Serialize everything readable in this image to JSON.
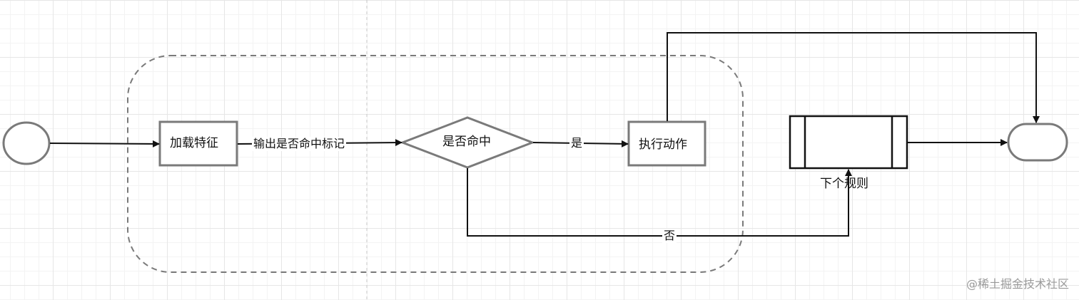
{
  "nodes": {
    "load_features": "加载特征",
    "hit_decision": "是否命中",
    "execute_action": "执行动作",
    "next_rule": "下个规则"
  },
  "edges": {
    "output_hit_flag": "输出是否命中标记",
    "yes": "是",
    "no": "否"
  },
  "watermark": "@稀土掘金技术社区",
  "colors": {
    "node_stroke": "#7a7a7a",
    "edge": "#111111",
    "group_border": "#7a7a7a",
    "grid": "#e6e6e6"
  }
}
